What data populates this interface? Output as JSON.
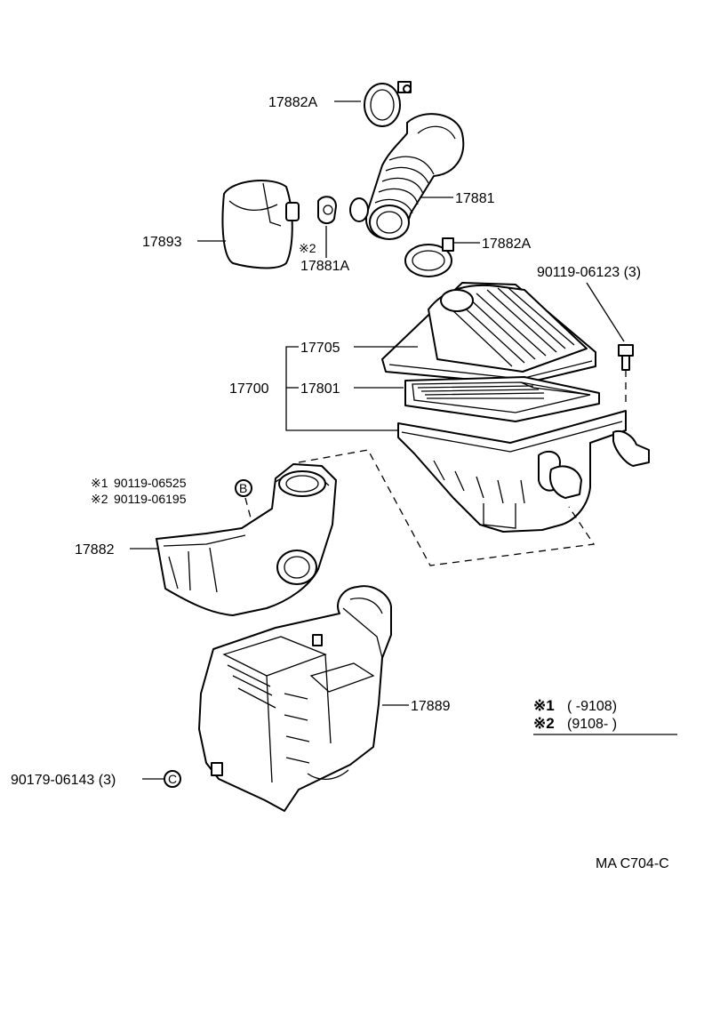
{
  "parts": {
    "p17882a_top": "17882A",
    "p17881": "17881",
    "p17893": "17893",
    "p17881a": "17881A",
    "p17881a_mark": "※2",
    "p17882a_bottom": "17882A",
    "p90119_06123": "90119-06123 (3)",
    "p17705": "17705",
    "p17700": "17700",
    "p17801": "17801",
    "p90119_06525": "90119-06525",
    "p90119_06525_mark": "※1",
    "p90119_06195": "90119-06195",
    "p90119_06195_mark": "※2",
    "p17882": "17882",
    "p17889": "17889",
    "p90179_06143": "90179-06143 (3)"
  },
  "legend": {
    "row1_mark": "※1",
    "row1_text": "(        -9108)",
    "row2_mark": "※2",
    "row2_text": "(9108-          )"
  },
  "callouts": {
    "bolt_symbol": "B",
    "clip_symbol": "C"
  },
  "footer": {
    "code": "MA C704-C"
  }
}
